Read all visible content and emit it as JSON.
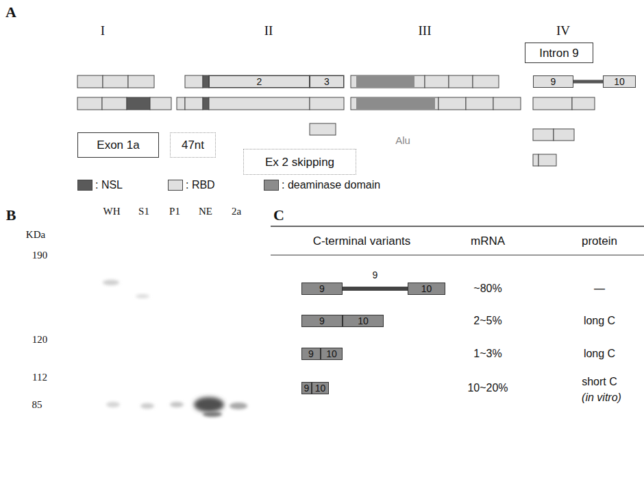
{
  "diagram": {
    "nodes": [
      {
        "text": [
          "Intron 9"
        ]
      },
      {
        "text": [
          "9"
        ]
      },
      {
        "text": [
          "10"
        ]
      },
      {
        "text": [
          "Exon 1a"
        ]
      },
      {
        "text": [
          "47nt"
        ]
      },
      {
        "text": [
          "2"
        ]
      },
      {
        "text": [
          "3"
        ]
      },
      {
        "text": [
          "Ex 2 skipping"
        ]
      },
      {
        "text": [
          "9"
        ]
      },
      {
        "text": [
          "10"
        ]
      },
      {
        "text": [
          "9"
        ]
      },
      {
        "text": [
          "10"
        ]
      },
      {
        "text": [
          "9"
        ]
      },
      {
        "text": [
          "10"
        ]
      },
      {
        "text": [
          "9"
        ]
      },
      {
        "text": [
          "10"
        ]
      }
    ],
    "edges": [
      {
        "from": 1,
        "to": 2,
        "arrow": "none"
      },
      {
        "from": 8,
        "to": 9,
        "label": "9",
        "arrow": "none"
      }
    ],
    "labels": [
      "A",
      "I",
      "II",
      "III",
      "IV",
      "Alu",
      "B",
      "KDa",
      "WH",
      "S1",
      "P1",
      "NE",
      "2a",
      "190",
      "120",
      "112",
      "85",
      "C",
      "C-terminal variants",
      "mRNA",
      "protein",
      "~80%",
      "—",
      "2~5%",
      "long C",
      "1~3%",
      "long C",
      "10~20%",
      "short C",
      "(in vitro)"
    ],
    "legend": [
      {
        "text": ": NSL",
        "color": "#5a5a5a"
      },
      {
        "text": ": RBD",
        "color": "#e0e0e0"
      },
      {
        "text": ": deaminase domain",
        "color": "#8c8c8c"
      }
    ]
  }
}
